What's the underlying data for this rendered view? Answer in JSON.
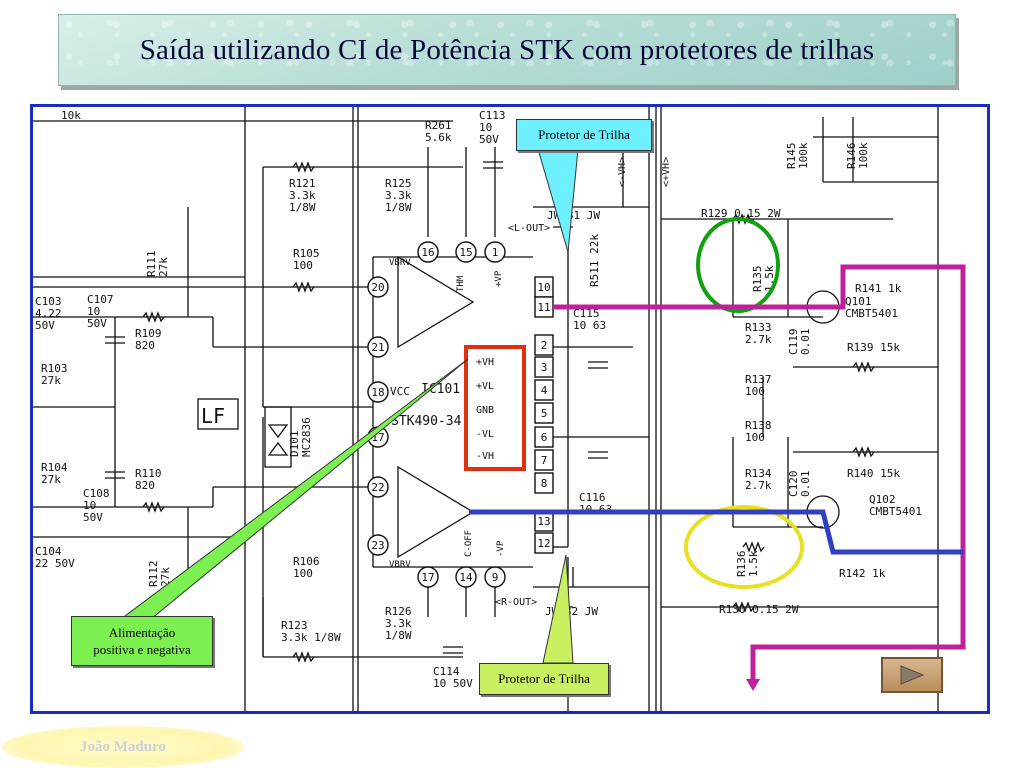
{
  "title": "Saída utilizando CI de Potência STK com protetores de trilhas",
  "footer": {
    "author": "João Maduro"
  },
  "nav": {
    "next_icon": "play-triangle-icon"
  },
  "callouts": {
    "top_protector": "Protetor de Trilha",
    "bottom_protector": "Protetor de Trilha",
    "power_line1": "Alimentação",
    "power_line2": "positiva e negativa"
  },
  "colors": {
    "frame": "#1a2cc8",
    "magenta_trace": "#c0209a",
    "blue_trace": "#3040c0",
    "red_box": "#e03010",
    "green_ring": "#10a010",
    "yellow_ring": "#e8e020",
    "cyan_callout": "#6ff0ff",
    "green_callout": "#7cf050",
    "yellowgreen_callout": "#c8f060"
  },
  "schematic": {
    "top_left_value": "10k",
    "ic_name_line1": "IC101",
    "ic_name_line2": "STK490-34",
    "lf_label": "LF",
    "vcc": "VCC",
    "vbrv_top": "VBRV",
    "vbrv_bottom": "VBRV",
    "thm": "THM",
    "plus_vp": "+VP",
    "minus_vp": "-VP",
    "c_off": "C-OFF",
    "l_out": "<L-OUT>",
    "r_out": "<R-OUT>",
    "minus_vh": "<-VH>",
    "plus_vh": "<+VH>",
    "jw181": "JW181 JW",
    "jw182": "JW182 JW",
    "pins_left": [
      "20",
      "21",
      "18",
      "17",
      "22",
      "23"
    ],
    "pins_top": [
      "16",
      "15",
      "1"
    ],
    "pins_bottom": [
      "17",
      "14",
      "9"
    ],
    "pins_right": [
      "10",
      "11",
      "2",
      "3",
      "4",
      "5",
      "6",
      "7",
      "8",
      "13",
      "12"
    ],
    "supply_labels": [
      "+VH",
      "+VL",
      "GNB",
      "-VL",
      "-VH"
    ],
    "components": {
      "r121": [
        "R121",
        "3.3k",
        "1/8W"
      ],
      "r125": [
        "R125",
        "3.3k",
        "1/8W"
      ],
      "r261": [
        "R261",
        "5.6k"
      ],
      "c113": [
        "C113",
        "10",
        "50V"
      ],
      "r111": [
        "R111",
        "27k"
      ],
      "r105": [
        "R105",
        "100"
      ],
      "c103": [
        "C103",
        "4.22",
        "50V"
      ],
      "c107": [
        "C107",
        "10",
        "50V"
      ],
      "r109": [
        "R109",
        "820"
      ],
      "r103": [
        "R103",
        "27k"
      ],
      "d101": [
        "D101",
        "MC2836"
      ],
      "r104": [
        "R104",
        "27k"
      ],
      "c108": [
        "C108",
        "10",
        "50V"
      ],
      "r110": [
        "R110",
        "820"
      ],
      "c104": [
        "C104",
        "22 50V"
      ],
      "r112": [
        "R112",
        "27k"
      ],
      "r106": [
        "R106",
        "100"
      ],
      "r123": [
        "R123",
        "3.3k 1/8W"
      ],
      "r126": [
        "R126",
        "3.3k",
        "1/8W"
      ],
      "c114": [
        "C114",
        "10 50V"
      ],
      "r511": [
        "R511 22k"
      ],
      "c115": [
        "C115",
        "10 63"
      ],
      "c116": [
        "C116",
        "10 63"
      ],
      "r145": [
        "R145",
        "100k"
      ],
      "r146": [
        "R146",
        "100k"
      ],
      "r129": [
        "R129 0.15 2W"
      ],
      "r135": [
        "R135",
        "1.5k"
      ],
      "r141": [
        "R141 1k"
      ],
      "q101": [
        "Q101",
        "CMBT5401"
      ],
      "r133": [
        "R133",
        "2.7k"
      ],
      "c119": [
        "C119",
        "0.01"
      ],
      "r139": [
        "R139 15k"
      ],
      "r137": [
        "R137",
        "100"
      ],
      "r138": [
        "R138",
        "100"
      ],
      "r134": [
        "R134",
        "2.7k"
      ],
      "c120": [
        "C120",
        "0.01"
      ],
      "r140": [
        "R140 15k"
      ],
      "q102": [
        "Q102",
        "CMBT5401"
      ],
      "r136": [
        "R136",
        "1.5k"
      ],
      "r142": [
        "R142 1k"
      ],
      "r130": [
        "R130 0.15 2W"
      ]
    }
  }
}
